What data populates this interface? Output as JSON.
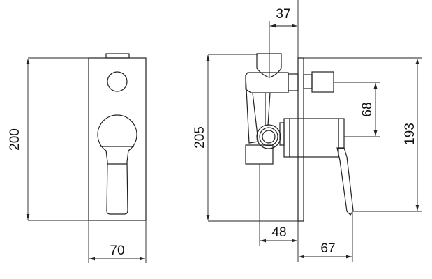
{
  "drawing": {
    "front_view": {
      "height_label": "200",
      "width_label": "70"
    },
    "side_view": {
      "overall_height_label": "205",
      "top_offset_label": "37",
      "outlet_spacing_label": "68",
      "lever_height_label": "193",
      "rear_depth_label": "48",
      "front_projection_label": "67"
    }
  }
}
